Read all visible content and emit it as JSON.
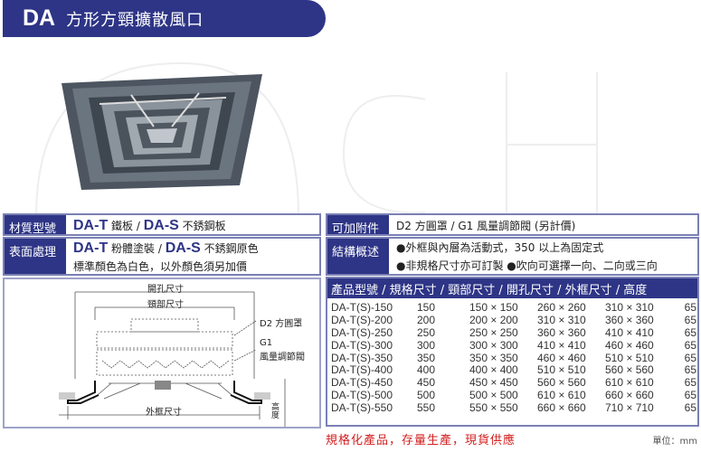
{
  "header": {
    "code": "DA",
    "title": "方形方頸擴散風口"
  },
  "material": {
    "label": "材質型號",
    "t": "DA-T",
    "t_text": "鐵板 / ",
    "s": "DA-S",
    "s_text": "不銹鋼板"
  },
  "finish": {
    "label": "表面處理",
    "t": "DA-T",
    "t_text": "粉體塗裝 / ",
    "s": "DA-S",
    "s_text": "不銹鋼原色",
    "line2": "標準顏色為白色，以外顏色須另加價"
  },
  "accessories": {
    "label": "可加附件",
    "text": "D2 方圓罩 / G1 風量調節閥 (另計價)"
  },
  "structure": {
    "label": "結構概述",
    "line1": "●外框與內層為活動式，350 以上為固定式",
    "line2": "●非規格尺寸亦可訂製 ●吹向可選擇一向、二向或三向"
  },
  "diagram": {
    "opening": "開孔尺寸",
    "neck": "頸部尺寸",
    "d2": "D2 方圓罩",
    "g1": "G1",
    "g1b": "風量調節閥",
    "frame": "外框尺寸",
    "height": "高度"
  },
  "table": {
    "header": "產品型號 / 規格尺寸 / 頸部尺寸 / 開孔尺寸 / 外框尺寸 / 高度",
    "rows": [
      [
        "DA-T(S)-150",
        "150",
        "150 × 150",
        "260 × 260",
        "310 × 310",
        "65"
      ],
      [
        "DA-T(S)-200",
        "200",
        "200 × 200",
        "310 × 310",
        "360 × 360",
        "65"
      ],
      [
        "DA-T(S)-250",
        "250",
        "250 × 250",
        "360 × 360",
        "410 × 410",
        "65"
      ],
      [
        "DA-T(S)-300",
        "300",
        "300 × 300",
        "410 × 410",
        "460 × 460",
        "65"
      ],
      [
        "DA-T(S)-350",
        "350",
        "350 × 350",
        "460 × 460",
        "510 × 510",
        "65"
      ],
      [
        "DA-T(S)-400",
        "400",
        "400 × 400",
        "510 × 510",
        "560 × 560",
        "65"
      ],
      [
        "DA-T(S)-450",
        "450",
        "450 × 450",
        "560 × 560",
        "610 × 610",
        "65"
      ],
      [
        "DA-T(S)-500",
        "500",
        "500 × 500",
        "610 × 610",
        "660 × 660",
        "65"
      ],
      [
        "DA-T(S)-550",
        "550",
        "550 × 550",
        "660 × 660",
        "710 × 710",
        "65"
      ]
    ]
  },
  "footer": {
    "slogan": "規格化產品，存量生產，現貨供應",
    "unit": "單位：mm"
  }
}
